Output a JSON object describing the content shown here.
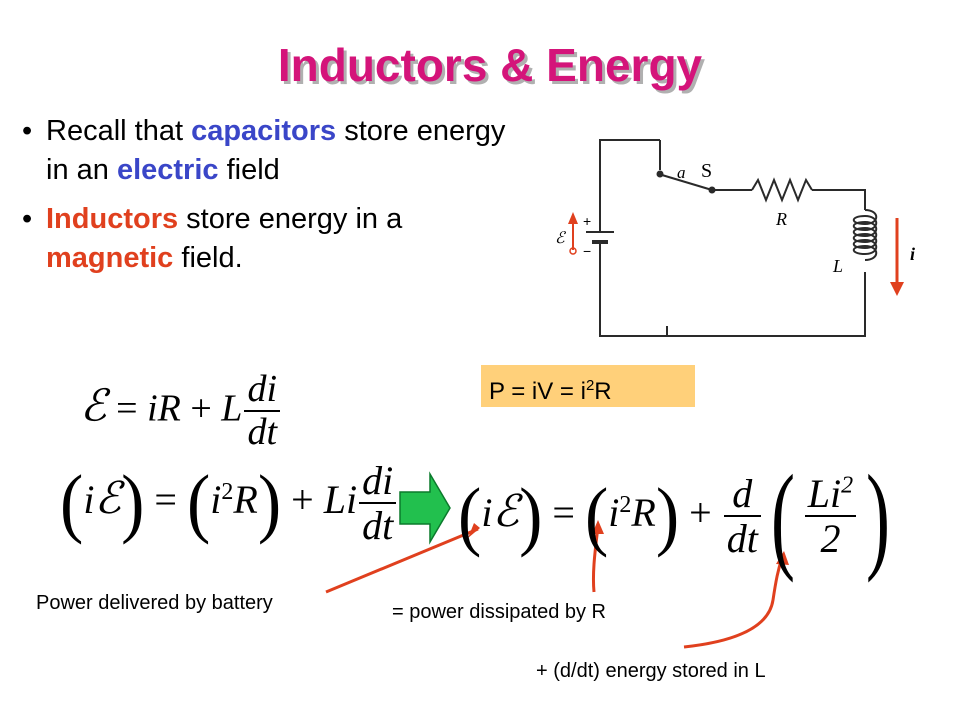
{
  "title": "Inductors & Energy",
  "bullets": [
    {
      "dot": "•",
      "pre": "Recall that ",
      "hl1": "capacitors",
      "mid": " store energy in an ",
      "hl2": "electric",
      "post": " field"
    },
    {
      "dot": "•",
      "hl1": "Inductors",
      "mid": " store energy in a ",
      "hl2": "magnetic",
      "post": " field."
    }
  ],
  "power_box": {
    "text_pre": "P = iV = i",
    "sup": "2",
    "text_post": "R"
  },
  "circuit": {
    "label_a": "a",
    "label_s": "S",
    "label_r": "R",
    "label_l": "L",
    "label_emf": "ℰ",
    "label_plus": "+",
    "label_minus": "−",
    "label_i": "i",
    "accent": "#e0401e"
  },
  "equations": {
    "eq1": {
      "lhs": "ℰ",
      "eq": " = ",
      "t1": "iR",
      "plus": " + ",
      "t2": "L",
      "num": "di",
      "den": "dt"
    },
    "eq2": {
      "i": "i",
      "emf": "ℰ",
      "eq": " = ",
      "i2": "i",
      "sup": "2",
      "r": "R",
      "plus": " + ",
      "li": "Li",
      "num": "di",
      "den": "dt"
    },
    "eq3": {
      "i": "i",
      "emf": "ℰ",
      "eq": " = ",
      "i2": "i",
      "sup": "2",
      "r": "R",
      "plus": " + ",
      "d": "d",
      "dt": "dt",
      "li": "Li",
      "sup2": "2",
      "two": "2"
    }
  },
  "arrow_color": "#18b84a",
  "labels": {
    "battery": "Power delivered by battery",
    "resistor": "= power dissipated by R",
    "inductor": "+ (d/dt) energy stored in L"
  }
}
